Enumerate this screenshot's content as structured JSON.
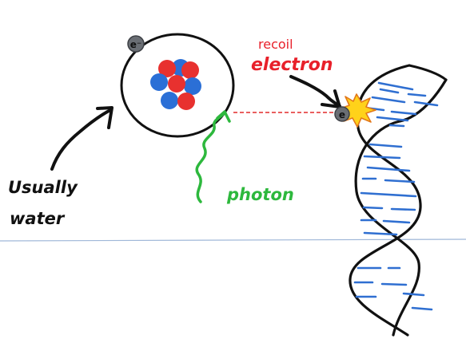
{
  "labels": {
    "electron_symbol": "e⁻",
    "recoil": "recoil",
    "electron": "electron",
    "photon": "photon",
    "usually": "Usually",
    "water": "water",
    "dna_electron_symbol": "e"
  },
  "colors": {
    "ink": "#111111",
    "proton": "#e8312f",
    "neutron": "#2b6fd6",
    "photon": "#2db83d",
    "recoil_label": "#e8202a",
    "dashed_line": "#e22a2a",
    "dna_rungs": "#2f6fd1",
    "horizon": "#9fb7d8",
    "electron_fill": "#6a6e74",
    "flash_fill": "#ffd21a",
    "flash_stroke": "#e2781a"
  }
}
